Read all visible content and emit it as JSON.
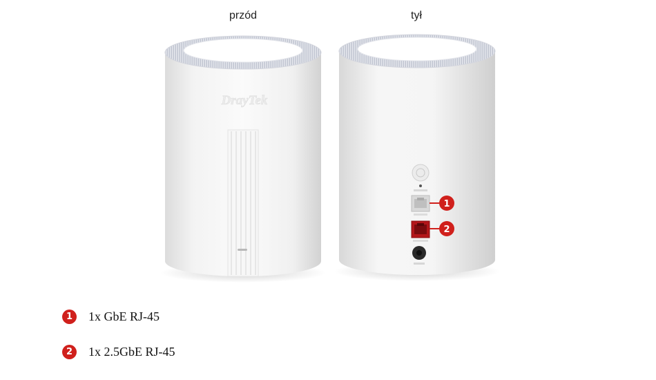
{
  "views": {
    "front_label": "przód",
    "back_label": "tył"
  },
  "brand": {
    "logo_text": "DrayTek"
  },
  "callouts": [
    {
      "number": "1",
      "description": "1x GbE RJ-45"
    },
    {
      "number": "2",
      "description": "1x  2.5GbE RJ-45"
    }
  ],
  "colors": {
    "accent_red": "#d0201c",
    "device_white": "#f4f4f4"
  }
}
